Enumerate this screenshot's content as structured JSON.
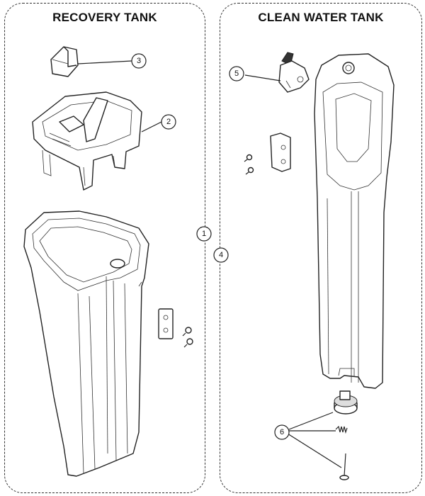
{
  "panels": {
    "left_title": "RECOVERY TANK",
    "right_title": "CLEAN WATER TANK"
  },
  "callouts": {
    "c1": "1",
    "c2": "2",
    "c3": "3",
    "c4": "4",
    "c5": "5",
    "c6": "6"
  }
}
